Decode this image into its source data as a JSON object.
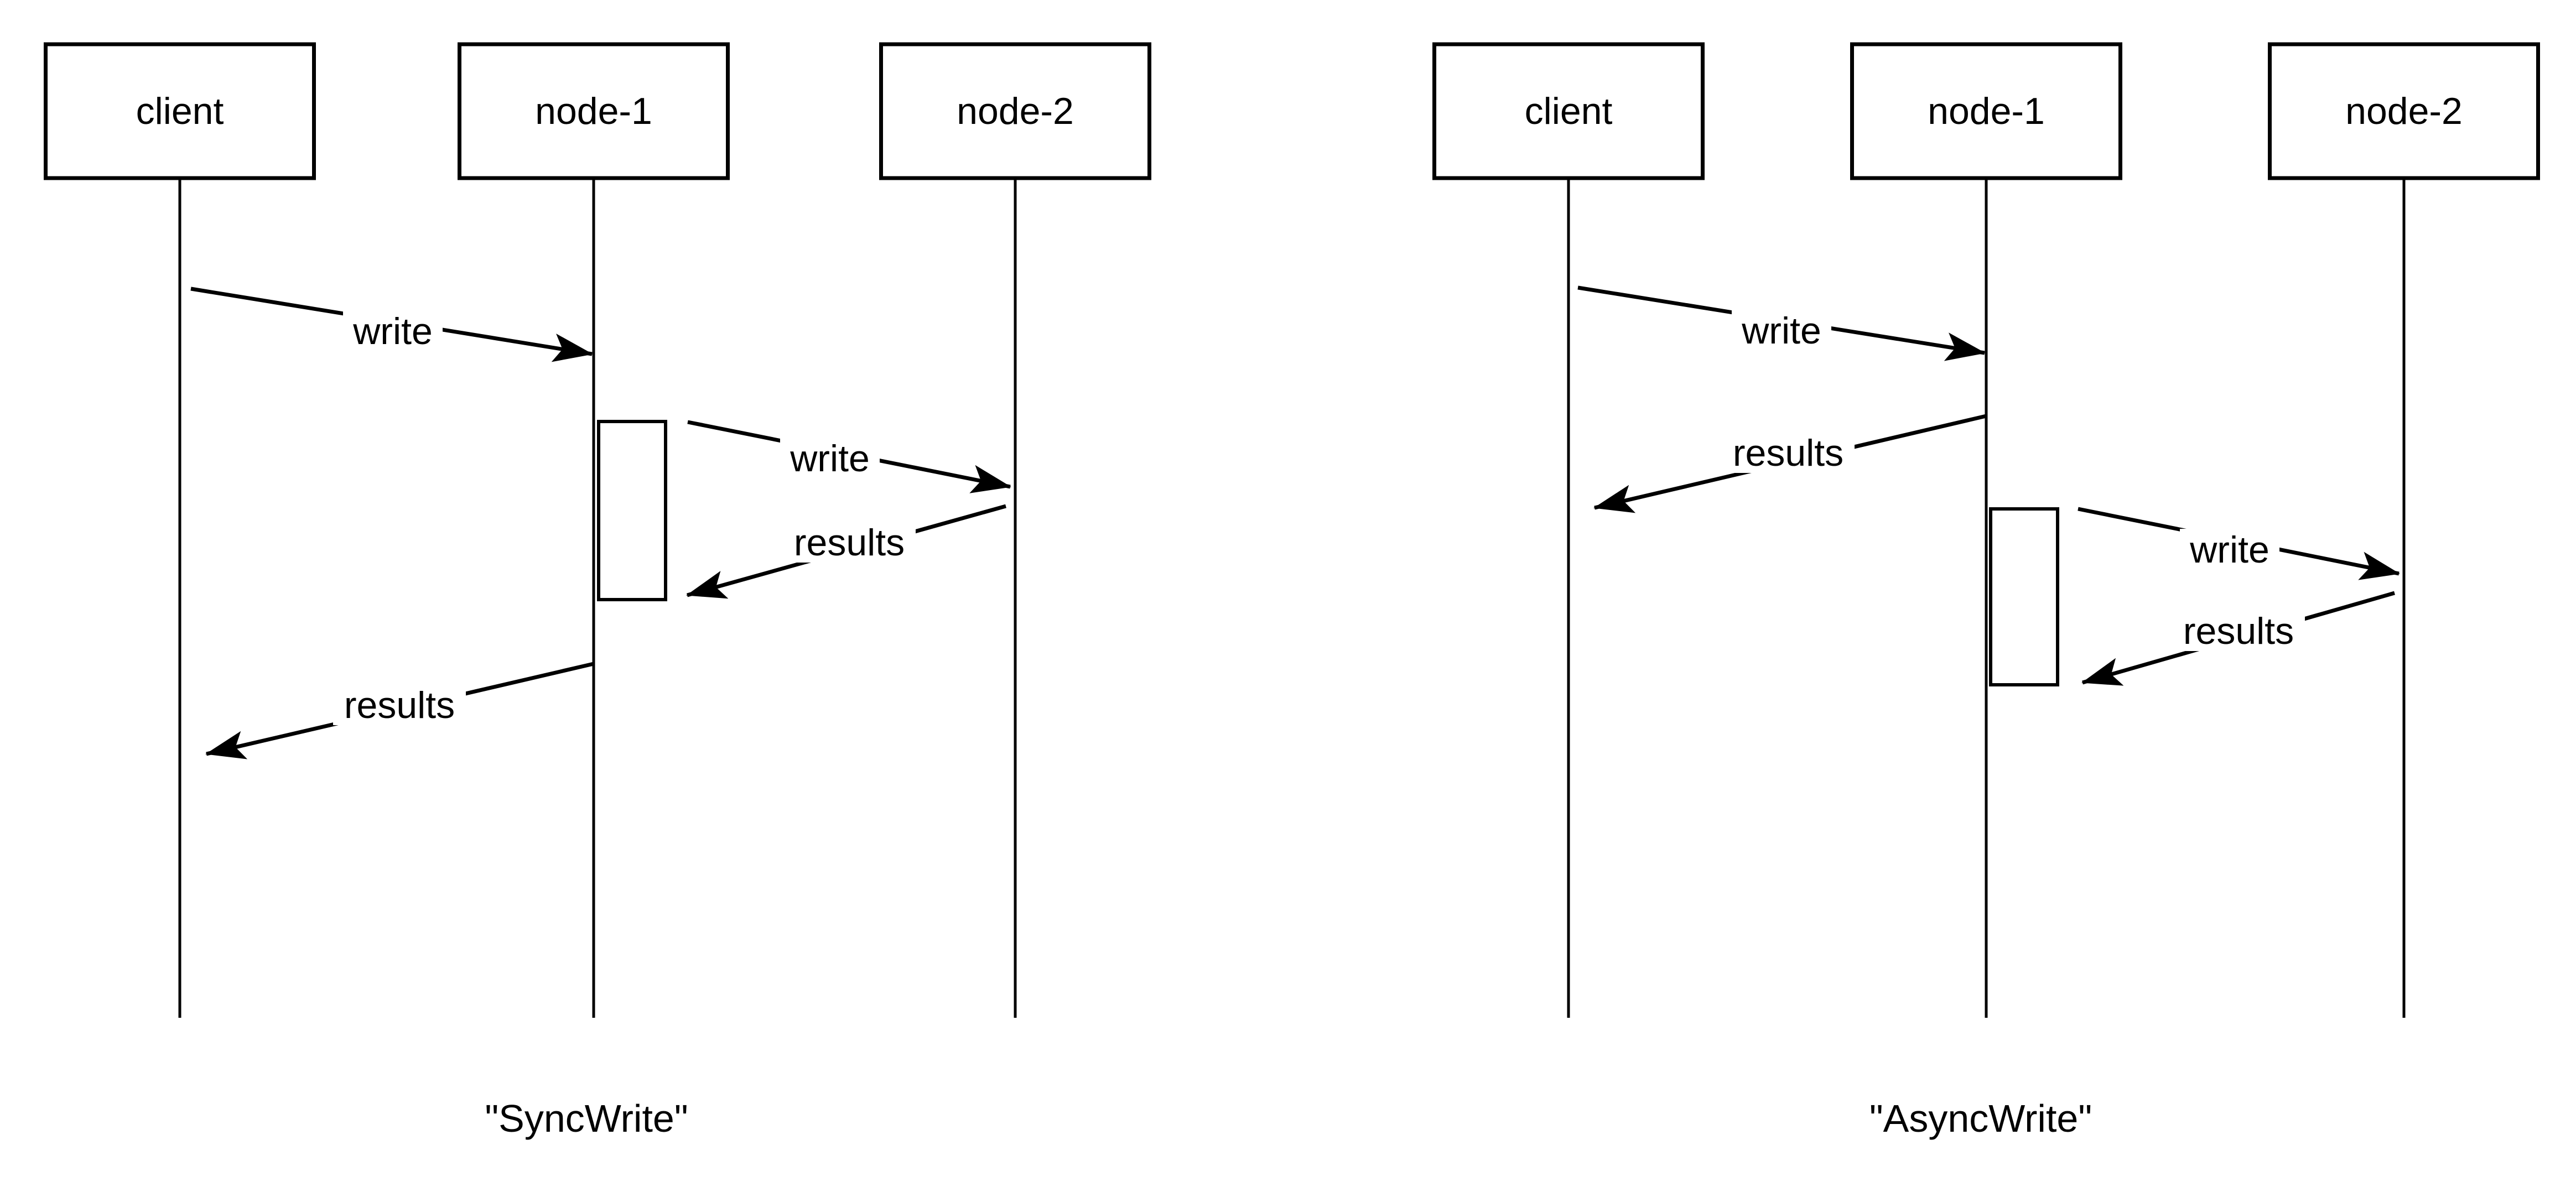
{
  "colors": {
    "stroke": "#000000",
    "background": "#ffffff"
  },
  "diagrams": [
    {
      "caption": "\"SyncWrite\"",
      "actors": [
        {
          "name": "client"
        },
        {
          "name": "node-1"
        },
        {
          "name": "node-2"
        }
      ],
      "messages": [
        {
          "from": "client",
          "to": "node-1",
          "label": "write"
        },
        {
          "from": "node-1",
          "to": "node-2",
          "label": "write"
        },
        {
          "from": "node-2",
          "to": "node-1",
          "label": "results"
        },
        {
          "from": "node-1",
          "to": "client",
          "label": "results"
        }
      ]
    },
    {
      "caption": "\"AsyncWrite\"",
      "actors": [
        {
          "name": "client"
        },
        {
          "name": "node-1"
        },
        {
          "name": "node-2"
        }
      ],
      "messages": [
        {
          "from": "client",
          "to": "node-1",
          "label": "write"
        },
        {
          "from": "node-1",
          "to": "client",
          "label": "results"
        },
        {
          "from": "node-1",
          "to": "node-2",
          "label": "write"
        },
        {
          "from": "node-2",
          "to": "node-1",
          "label": "results"
        }
      ]
    }
  ]
}
